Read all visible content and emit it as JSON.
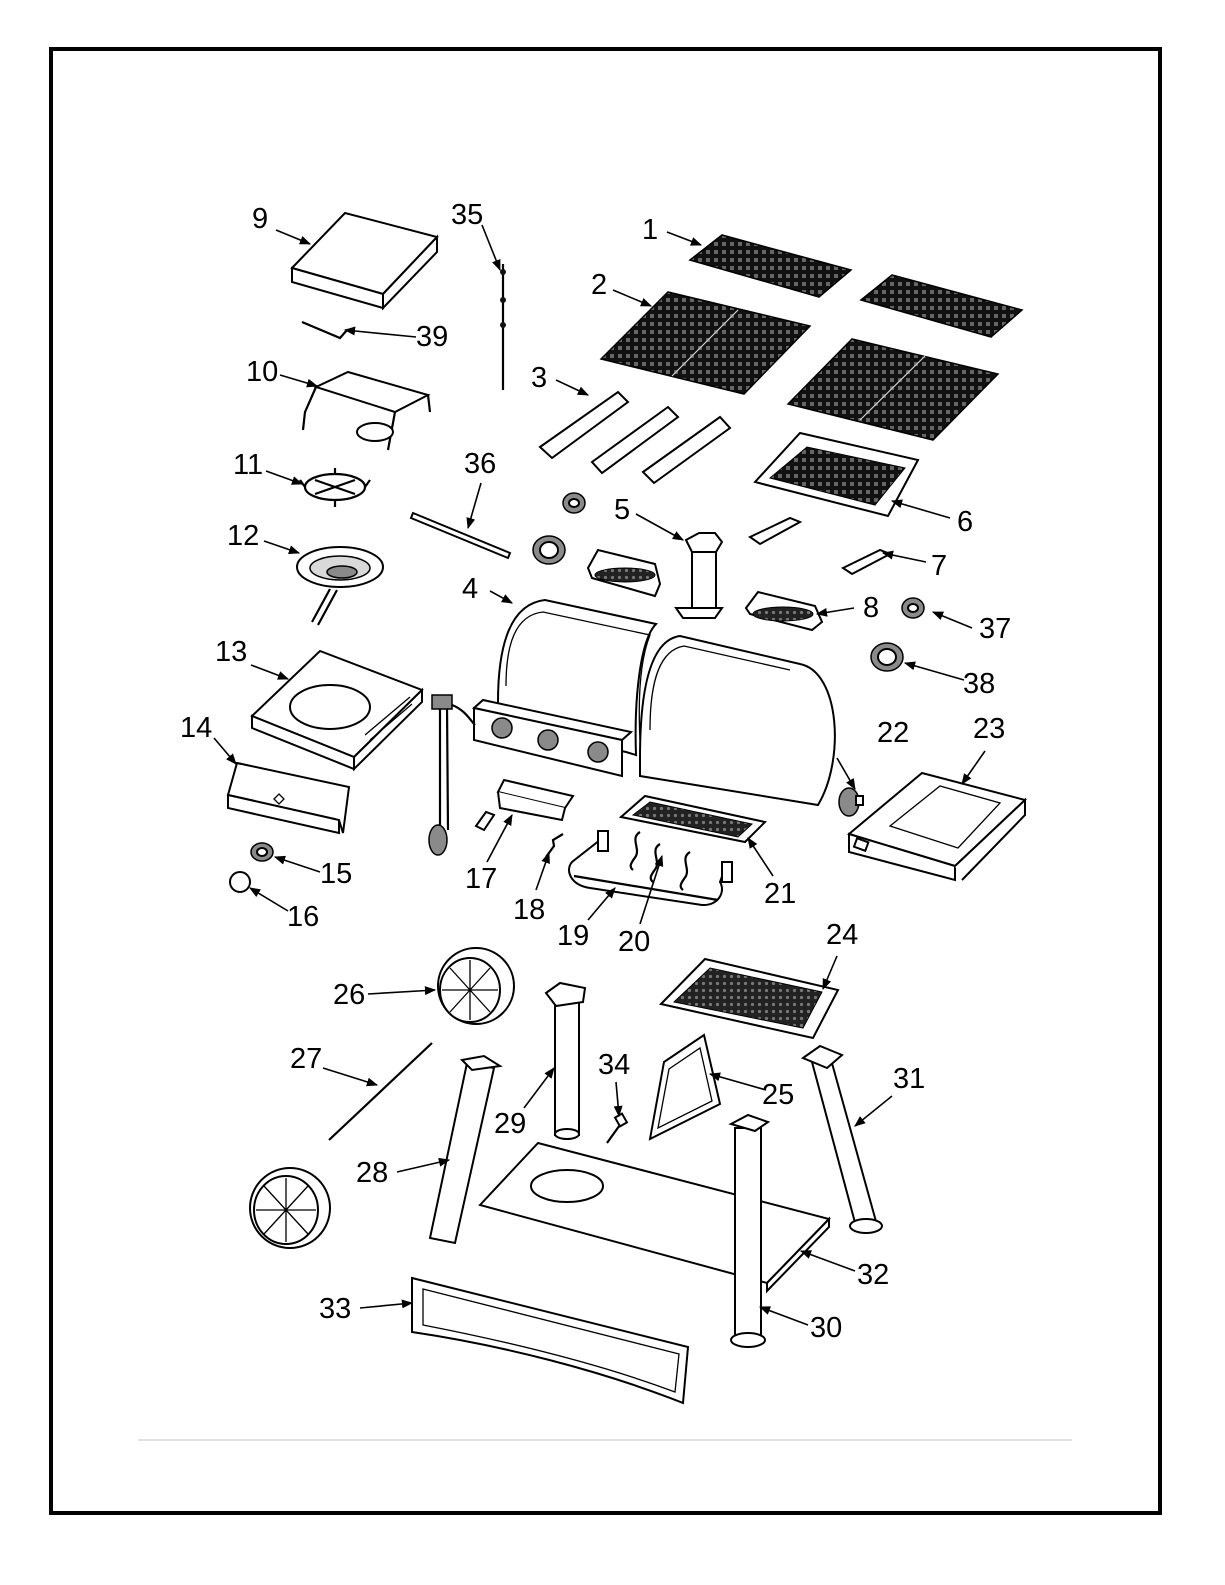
{
  "labels": {
    "p1": "1",
    "p2": "2",
    "p3": "3",
    "p4": "4",
    "p5": "5",
    "p6": "6",
    "p7": "7",
    "p8": "8",
    "p9": "9",
    "p10": "10",
    "p11": "11",
    "p12": "12",
    "p13": "13",
    "p14": "14",
    "p15": "15",
    "p16": "16",
    "p17": "17",
    "p18": "18",
    "p19": "19",
    "p20": "20",
    "p21": "21",
    "p22": "22",
    "p23": "23",
    "p24": "24",
    "p25": "25",
    "p26": "26",
    "p27": "27",
    "p28": "28",
    "p29": "29",
    "p30": "30",
    "p31": "31",
    "p32": "32",
    "p33": "33",
    "p34": "34",
    "p35": "35",
    "p36": "36",
    "p37": "37",
    "p38": "38",
    "p39": "39"
  }
}
